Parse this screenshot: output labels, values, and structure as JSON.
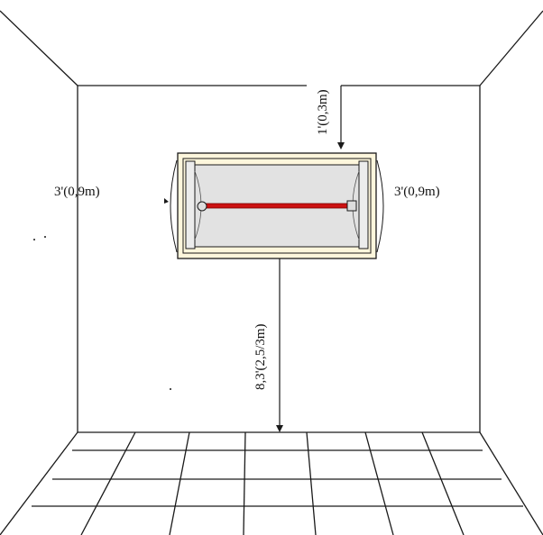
{
  "labels": {
    "ceiling_clearance": "1'(0,3m)",
    "left_clearance": "3'(0,9m)",
    "right_clearance": "3'(0,9m)",
    "mount_height": "8,3'(2,5/3m)"
  },
  "colors": {
    "line": "#1a1a1a",
    "heater_body": "#fdf6dc",
    "heater_panel": "#e2e2e2",
    "heating_element": "#cc1111",
    "reflector_end": "#ececec"
  }
}
